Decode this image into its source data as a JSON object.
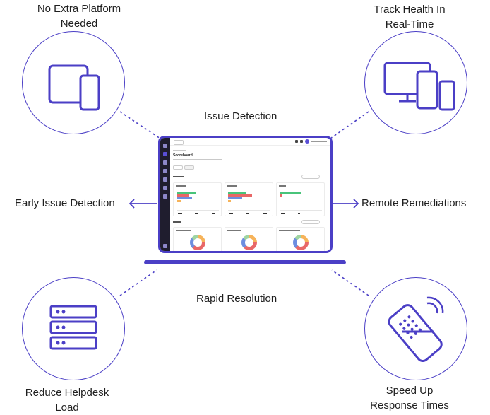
{
  "features": {
    "top_left": [
      "No Extra Platform",
      "Needed"
    ],
    "top_right": [
      "Track Health In",
      "Real-Time"
    ],
    "bottom_left": [
      "Reduce Helpdesk",
      "Load"
    ],
    "bottom_right": [
      "Speed Up",
      "Response Times"
    ]
  },
  "labels": {
    "top": "Issue Detection",
    "left": "Early Issue Detection",
    "right": "Remote Remediations",
    "bottom": "Rapid Resolution"
  },
  "screen": {
    "title": "Scoreboard"
  },
  "icons": {
    "top_left": "tablet-phone-icon",
    "top_right": "devices-icon",
    "bottom_left": "server-icon",
    "bottom_right": "remote-control-icon"
  },
  "colors": {
    "accent": "#4b3fc6"
  }
}
